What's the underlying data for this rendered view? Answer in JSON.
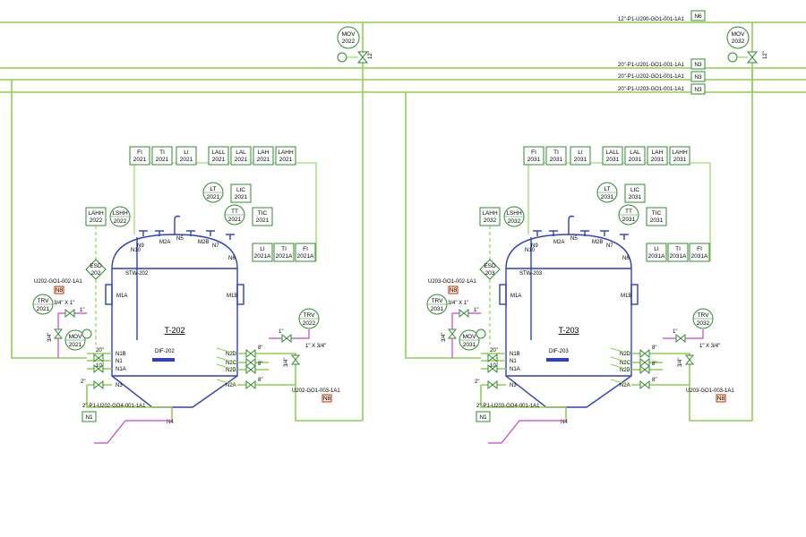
{
  "header_lines": [
    {
      "label": "12\"-P1-U200-GO1-001-1A1",
      "box": "N6"
    },
    {
      "label": "20\"-P1-U201-GO1-001-1A1",
      "box": "N3"
    },
    {
      "label": "20\"-P1-U202-GO1-001-1A1",
      "box": "N3"
    },
    {
      "label": "20\"-P1-U203-GO1-001-1A1",
      "box": "N3"
    }
  ],
  "movs_top": [
    {
      "l1": "MOV",
      "l2": "2022",
      "size": "12\""
    },
    {
      "l1": "MOV",
      "l2": "2032",
      "size": "12\""
    }
  ],
  "tanks": [
    {
      "tag": "T-202",
      "stw": "STW-202",
      "dif": "DIF-202",
      "top_inst": [
        [
          "FI",
          "2021"
        ],
        [
          "TI",
          "2021"
        ],
        [
          "LI",
          "2021"
        ],
        [
          "LALL",
          "2021"
        ],
        [
          "LAL",
          "2021"
        ],
        [
          "LAH",
          "2021"
        ],
        [
          "LAHH",
          "2021"
        ]
      ],
      "lt": [
        "LT",
        "2021"
      ],
      "lic": [
        "LIC",
        "2021"
      ],
      "tt": [
        "TT",
        "2021"
      ],
      "tic": [
        "TIC",
        "2021"
      ],
      "side_inst": [
        [
          "LI",
          "2021A"
        ],
        [
          "TI",
          "2021A"
        ],
        [
          "FI",
          "2021A"
        ]
      ],
      "lahh": [
        "LAHH",
        "2022"
      ],
      "lshh": [
        "LSHH",
        "2022"
      ],
      "esd": [
        "ESD",
        "202"
      ],
      "trv_left": [
        "TRV",
        "2021"
      ],
      "trv_right": [
        "TRV",
        "2022"
      ],
      "mov": [
        "MOV",
        "2021"
      ],
      "line_left": "U202-GO1-002-1A1",
      "line_right": "U202-GO1-003-1A1",
      "bottom_line": "2\"-P1-U202-GO4-001-1A1",
      "nb": "N8",
      "n1box": "N1"
    },
    {
      "tag": "T-203",
      "stw": "STW-203",
      "dif": "DIF-203",
      "top_inst": [
        [
          "FI",
          "2031"
        ],
        [
          "TI",
          "2031"
        ],
        [
          "LI",
          "2031"
        ],
        [
          "LALL",
          "2031"
        ],
        [
          "LAL",
          "2031"
        ],
        [
          "LAH",
          "2031"
        ],
        [
          "LAHH",
          "2031"
        ]
      ],
      "lt": [
        "LT",
        "2031"
      ],
      "lic": [
        "LIC",
        "2031"
      ],
      "tt": [
        "TT",
        "2031"
      ],
      "tic": [
        "TIC",
        "2031"
      ],
      "side_inst": [
        [
          "LI",
          "2031A"
        ],
        [
          "TI",
          "2031A"
        ],
        [
          "FI",
          "2031A"
        ]
      ],
      "lahh": [
        "LAHH",
        "2032"
      ],
      "lshh": [
        "LSHH",
        "2032"
      ],
      "esd": [
        "ESD",
        "203"
      ],
      "trv_left": [
        "TRV",
        "2031"
      ],
      "trv_right": [
        "TRV",
        "2032"
      ],
      "mov": [
        "MOV",
        "2031"
      ],
      "line_left": "U203-GO1-002-1A1",
      "line_right": "U203-GO1-003-1A1",
      "bottom_line": "2\"-P1-U203-GO4-001-1A1",
      "nb": "N8",
      "n1box": "N1"
    }
  ],
  "nozzles": {
    "top": [
      "N10",
      "N9",
      "M2A",
      "N5",
      "M2B",
      "N7",
      "N6"
    ],
    "left": [
      "N1B",
      "N1",
      "N1A",
      "N3"
    ],
    "right": [
      "N2D",
      "N2C",
      "N2B",
      "N2A"
    ],
    "manholes": [
      "M1A",
      "M1B"
    ],
    "bottom": "N4"
  },
  "sizes": {
    "s34x1": "3/4\" X 1\"",
    "s1": "1\"",
    "s34": "3/4\"",
    "s20": "20\"",
    "s10": "10\"",
    "s2": "2\"",
    "s8": "8\"",
    "s1x34": "1\" X 3/4\""
  }
}
